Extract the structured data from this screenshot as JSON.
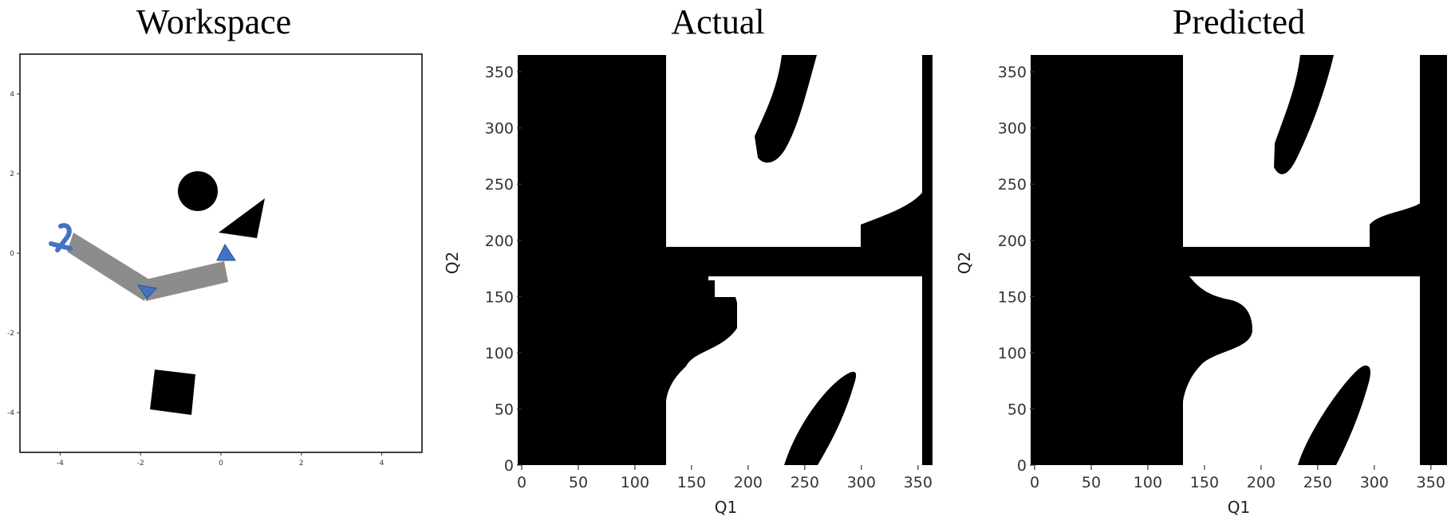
{
  "chart_data": [
    {
      "type": "scatter",
      "title": "Workspace",
      "xlim": [
        -5,
        5
      ],
      "ylim": [
        -5,
        5
      ],
      "xticks": [
        "-4",
        "-2",
        "0",
        "2",
        "4"
      ],
      "yticks": [
        "4",
        "2",
        "0",
        "-2",
        "-4"
      ],
      "obstacles": [
        {
          "shape": "circle",
          "center": [
            -0.55,
            1.55
          ],
          "radius": 0.5
        },
        {
          "shape": "triangle",
          "vertices": [
            [
              -0.05,
              0.55
            ],
            [
              1.1,
              1.4
            ],
            [
              0.9,
              0.45
            ]
          ]
        },
        {
          "shape": "square",
          "vertices": [
            [
              -1.75,
              -2.95
            ],
            [
              -0.6,
              -3.1
            ],
            [
              -0.7,
              -4.15
            ],
            [
              -1.85,
              -4.0
            ]
          ]
        }
      ],
      "robot_arm": {
        "color": "#8c8c8c",
        "joint_color": "#4472c4",
        "links": [
          {
            "from": [
              -3.85,
              0.25
            ],
            "to": [
              -1.85,
              -0.95
            ]
          },
          {
            "from": [
              -1.85,
              -0.95
            ],
            "to": [
              0.15,
              -0.45
            ]
          }
        ]
      }
    },
    {
      "type": "heatmap",
      "title": "Actual",
      "xlabel": "Q1",
      "ylabel": "Q2",
      "xlim": [
        0,
        360
      ],
      "ylim": [
        0,
        360
      ],
      "xticks": [
        "0",
        "50",
        "100",
        "150",
        "200",
        "250",
        "300",
        "350"
      ],
      "yticks": [
        "350",
        "300",
        "250",
        "200",
        "150",
        "100",
        "50",
        "0"
      ],
      "colors": {
        "collision": "#000000",
        "free": "#ffffff"
      }
    },
    {
      "type": "heatmap",
      "title": "Predicted",
      "xlabel": "Q1",
      "ylabel": "Q2",
      "xlim": [
        0,
        360
      ],
      "ylim": [
        0,
        360
      ],
      "xticks": [
        "0",
        "50",
        "100",
        "150",
        "200",
        "250",
        "300",
        "350"
      ],
      "yticks": [
        "350",
        "300",
        "250",
        "200",
        "150",
        "100",
        "50",
        "0"
      ],
      "colors": {
        "collision": "#000000",
        "free": "#ffffff"
      }
    }
  ]
}
